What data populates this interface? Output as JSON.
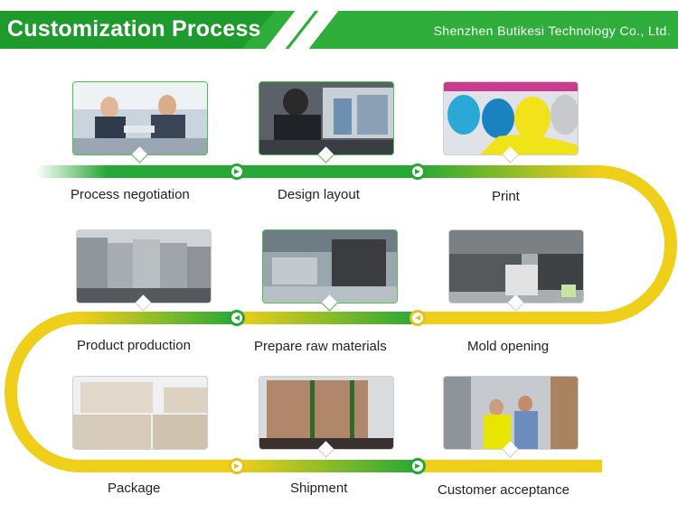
{
  "header": {
    "title": "Customization Process",
    "company": "Shenzhen Butikesi Technology Co., Ltd."
  },
  "colors": {
    "green": "#27a836",
    "yellow": "#f0cf1a",
    "header_green": "#2fae3c"
  },
  "steps": [
    {
      "label": "Process negotiation",
      "image": "business-handshake-photo"
    },
    {
      "label": "Design layout",
      "image": "designer-at-computer-photo"
    },
    {
      "label": "Print",
      "image": "ink-rollers-photo"
    },
    {
      "label": "Mold opening",
      "image": "die-cutting-machine-photo"
    },
    {
      "label": "Prepare raw materials",
      "image": "cardboard-stacks-photo"
    },
    {
      "label": "Product production",
      "image": "printing-press-photo"
    },
    {
      "label": "Package",
      "image": "carton-boxes-photo"
    },
    {
      "label": "Shipment",
      "image": "palletized-crates-photo"
    },
    {
      "label": "Customer acceptance",
      "image": "warehouse-inspection-photo"
    }
  ]
}
